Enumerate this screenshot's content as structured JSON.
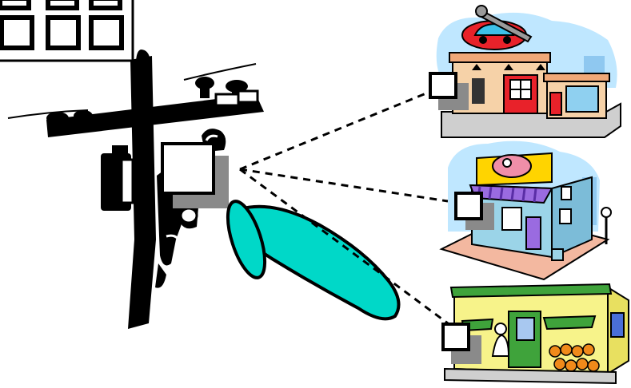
{
  "scene": {
    "building": {
      "window_rows": 2,
      "window_cols": 3
    },
    "utility_pole": {
      "icon": "utility-pole-icon"
    },
    "worker": {
      "icon": "lineworker-icon"
    },
    "transceiver_box": {
      "icon": "square-box-icon"
    },
    "antenna_beam": {
      "icon": "ellipse-beam-icon",
      "color": "#00D8C8"
    },
    "links": {
      "style": "dashed",
      "count": 3
    },
    "buildings": [
      {
        "name": "auto-repair-shop",
        "icon": "car-wrench-sign-icon",
        "accent": "#E8222A"
      },
      {
        "name": "butcher-shop",
        "icon": "meat-sign-icon",
        "accent": "#FFD400"
      },
      {
        "name": "grocery-store",
        "icon": "produce-icon",
        "accent": "#3FA33B"
      }
    ],
    "colors": {
      "ink": "#000000",
      "shadow_gray": "#8A8A8A",
      "sky_blue": "#BFE7FF",
      "teal": "#00D8C8"
    }
  }
}
